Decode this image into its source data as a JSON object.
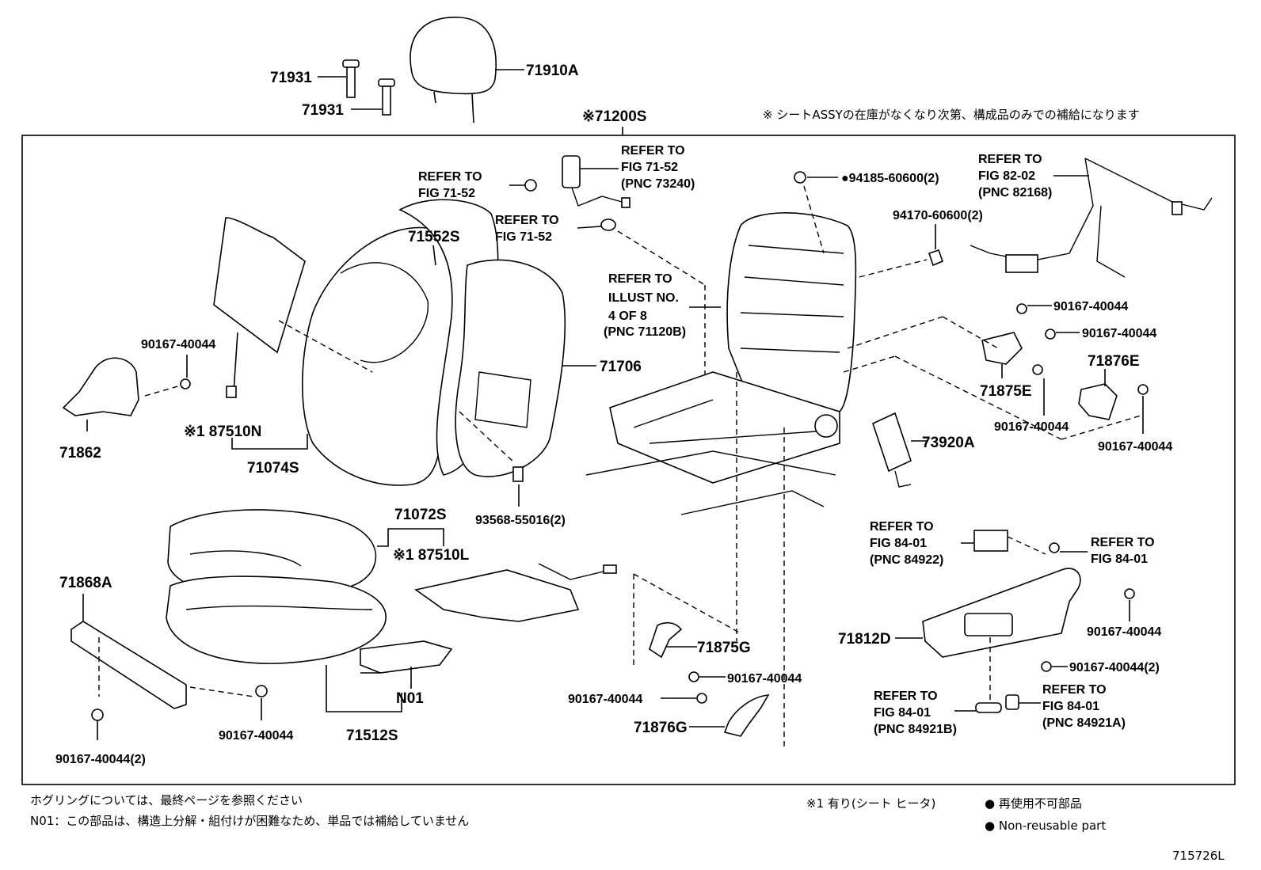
{
  "figure_id": "715726L",
  "header_note": "※ シートASSYの在庫がなくなり次第、構成品のみでの補給になります",
  "main_part": "※71200S",
  "parts": {
    "p71931a": "71931",
    "p71931b": "71931",
    "p71910A": "71910A",
    "p71552S": "71552S",
    "p71706": "71706",
    "p90167_left": "90167-40044",
    "p71862": "71862",
    "p87510N": "※1 87510N",
    "p71074S": "71074S",
    "p93568": "93568-55016(2)",
    "p71072S": "71072S",
    "p87510L": "※1 87510L",
    "p71868A": "71868A",
    "p90167_2": "90167-40044(2)",
    "p90167_bottom": "90167-40044",
    "p71512S": "71512S",
    "pN01": "N01",
    "p94185": "●94185-60600(2)",
    "p94170": "94170-60600(2)",
    "p90167_r1": "90167-40044",
    "p90167_r2": "90167-40044",
    "p71876E": "71876E",
    "p71875E": "71875E",
    "p90167_r3": "90167-40044",
    "p90167_r4": "90167-40044",
    "p73920A": "73920A",
    "p71875G": "71875G",
    "p90167_c1": "90167-40044",
    "p90167_c2": "90167-40044",
    "p71876G": "71876G",
    "p71812D": "71812D",
    "p90167_r5": "90167-40044",
    "p90167_r6": "90167-40044(2)"
  },
  "refers": {
    "r1": [
      "REFER TO",
      "FIG 71-52"
    ],
    "r2": [
      "REFER TO",
      "FIG 71-52",
      "(PNC 73240)"
    ],
    "r3": [
      "REFER TO",
      "FIG 71-52"
    ],
    "r4": [
      "REFER TO",
      "ILLUST NO.",
      "4 OF 8",
      "(PNC 71120B)"
    ],
    "r5": [
      "REFER TO",
      "FIG 82-02",
      "(PNC 82168)"
    ],
    "r6": [
      "REFER TO",
      "FIG 84-01",
      "(PNC 84922)"
    ],
    "r7": [
      "REFER TO",
      "FIG 84-01"
    ],
    "r8": [
      "REFER TO",
      "FIG 84-01",
      "(PNC 84921B)"
    ],
    "r9": [
      "REFER TO",
      "FIG 84-01",
      "(PNC 84921A)"
    ]
  },
  "footer": {
    "line1": "ホグリングについては、最終ページを参照ください",
    "line2": "N01：この部品は、構造上分解・組付けが困難なため、単品では補給していません",
    "legend_heater": "※1  有り(シート  ヒータ)",
    "legend_reuse_jp": "● 再使用不可部品",
    "legend_reuse_en": "● Non-reusable part"
  }
}
